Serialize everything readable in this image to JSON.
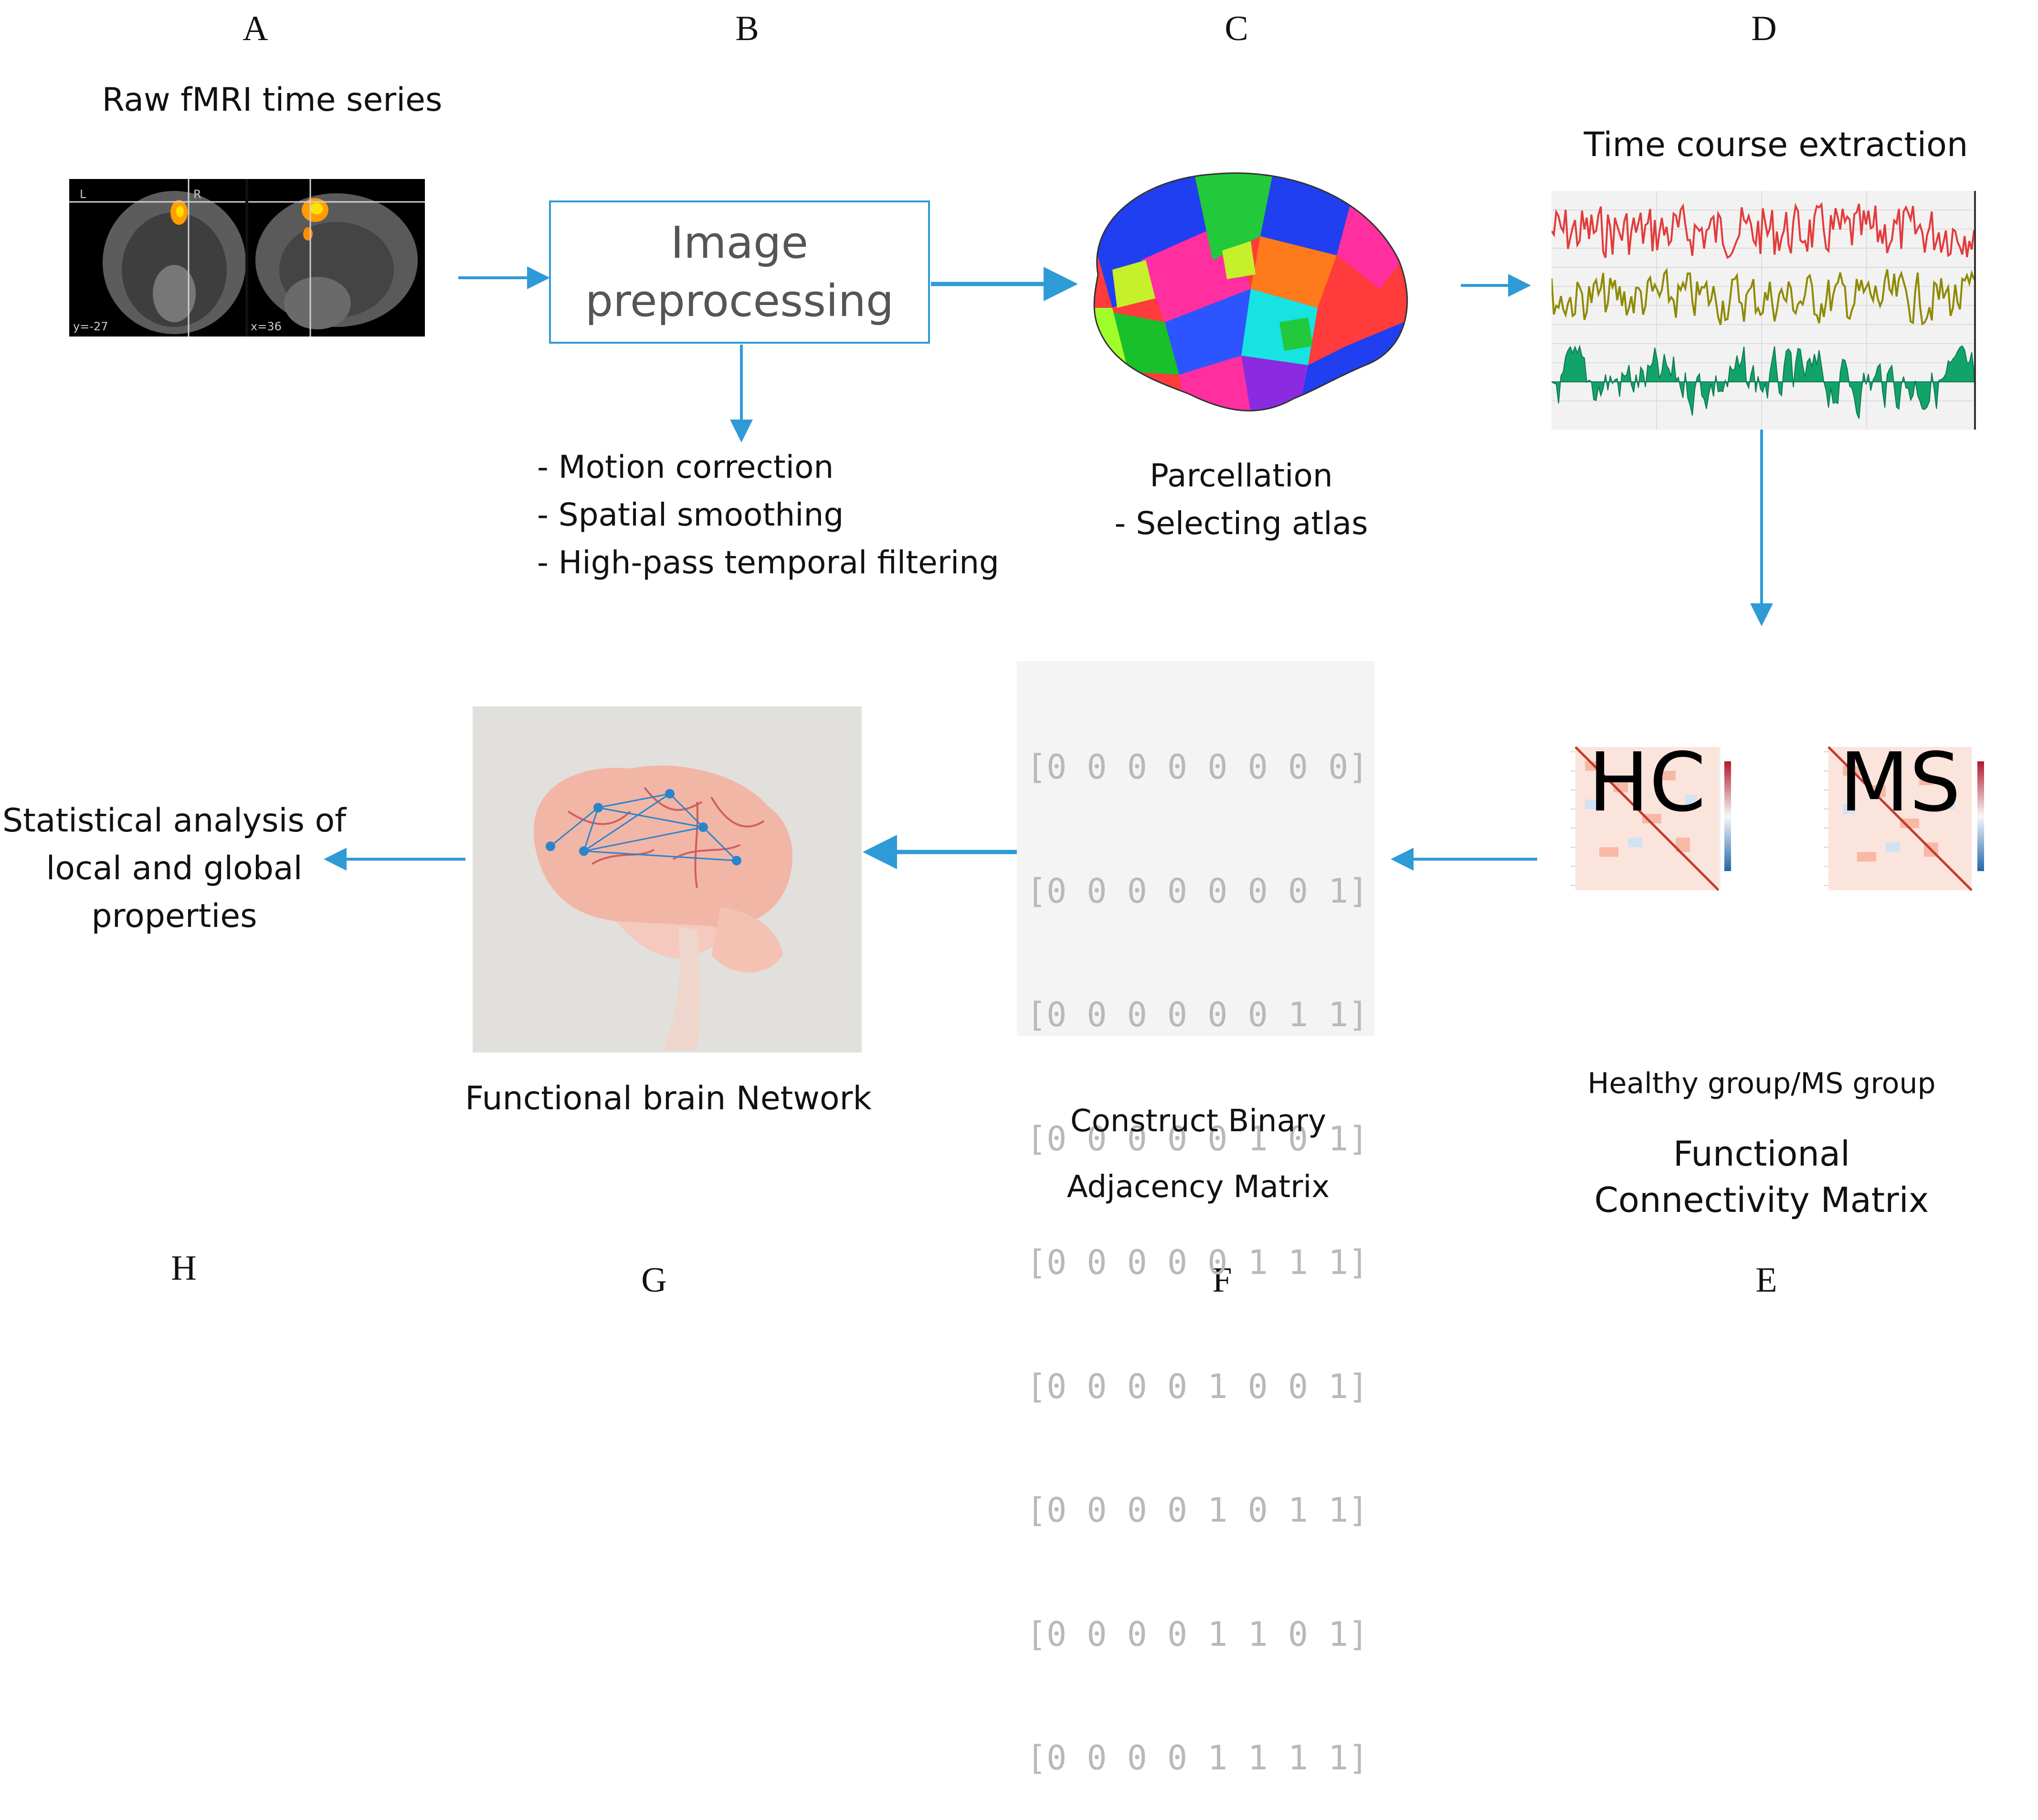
{
  "letters": {
    "a": "A",
    "b": "B",
    "c": "C",
    "d": "D",
    "e": "E",
    "f": "F",
    "g": "G",
    "h": "H"
  },
  "step_a": {
    "title": "Raw fMRI time series",
    "coord_left": "y=-27",
    "coord_right": "x=36",
    "orient_l": "L",
    "orient_r": "R"
  },
  "step_b": {
    "box_line1": "Image",
    "box_line2": "preprocessing",
    "items": [
      "- Motion correction",
      "- Spatial smoothing",
      "- High-pass temporal filtering"
    ]
  },
  "step_c": {
    "line1": "Parcellation",
    "line2": "- Selecting atlas"
  },
  "step_d": {
    "title": "Time course extraction"
  },
  "step_e": {
    "heatmap_left": "HC",
    "heatmap_right": "MS",
    "subtitle": "Healthy group/MS group",
    "line1": "Functional",
    "line2": "Connectivity Matrix"
  },
  "step_f": {
    "matrix_rows": [
      "[0 0 0 0 0 0 0 0]",
      "[0 0 0 0 0 0 0 1]",
      "[0 0 0 0 0 0 1 1]",
      "[0 0 0 0 0 1 0 1]",
      "[0 0 0 0 0 1 1 1]",
      "[0 0 0 0 1 0 0 1]",
      "[0 0 0 0 1 0 1 1]",
      "[0 0 0 0 1 1 0 1]",
      "[0 0 0 0 1 1 1 1]"
    ],
    "line1": "Construct Binary",
    "line2": "Adjacency Matrix"
  },
  "step_g": {
    "caption": "Functional  brain Network"
  },
  "step_h": {
    "line1": "Statistical analysis of",
    "line2": "local and global",
    "line3": "properties"
  },
  "colors": {
    "arrow": "#2e9bd6",
    "red_trace": "#e33b3b",
    "olive_trace": "#8f8a00",
    "green_trace": "#12a36b"
  }
}
